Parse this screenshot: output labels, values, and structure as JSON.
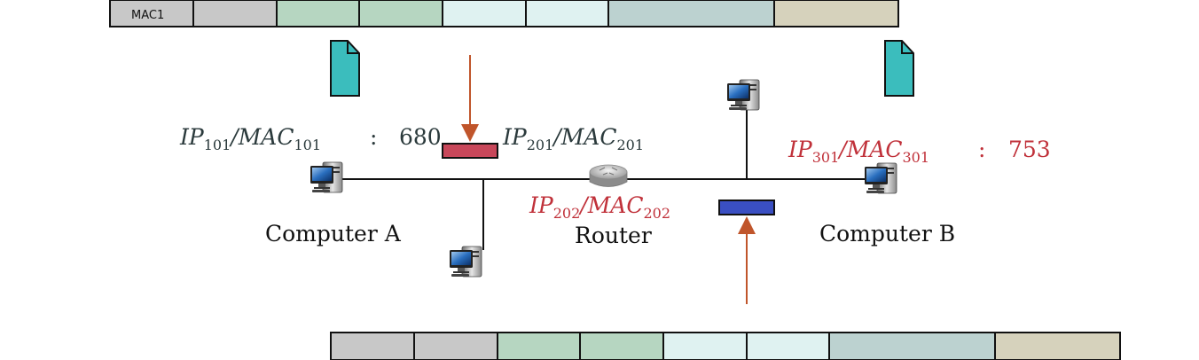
{
  "colors": {
    "frame_gray": "#c8c8c8",
    "frame_green": "#b6d6c1",
    "frame_lightcyan": "#dff2f1",
    "frame_bluegray": "#bcd2d0",
    "frame_beige": "#d6d2bc",
    "file_teal": "#3bbdbd",
    "arrow": "#c0552b",
    "red_box": "#c8475a",
    "blue_box": "#3a4fc2",
    "dark_text": "#2b3a3c",
    "red_text": "#c0313a",
    "line": "#111111"
  },
  "top_frame": {
    "first_cell_label": "MAC1"
  },
  "left_host": {
    "ip_base": "IP",
    "ip_sub": "101",
    "mac_base": "MAC",
    "mac_sub": "101",
    "separator": ":",
    "port": "680",
    "name": "Computer A"
  },
  "router": {
    "in_ip_base": "IP",
    "in_ip_sub": "201",
    "in_mac_base": "MAC",
    "in_mac_sub": "201",
    "out_ip_base": "IP",
    "out_ip_sub": "202",
    "out_mac_base": "MAC",
    "out_mac_sub": "202",
    "name": "Router"
  },
  "right_host": {
    "ip_base": "IP",
    "ip_sub": "301",
    "mac_base": "MAC",
    "mac_sub": "301",
    "separator": ":",
    "port": "753",
    "name": "Computer B"
  },
  "icons": {
    "computer": "desktop-computer-icon",
    "router": "router-icon",
    "file": "file-icon"
  }
}
